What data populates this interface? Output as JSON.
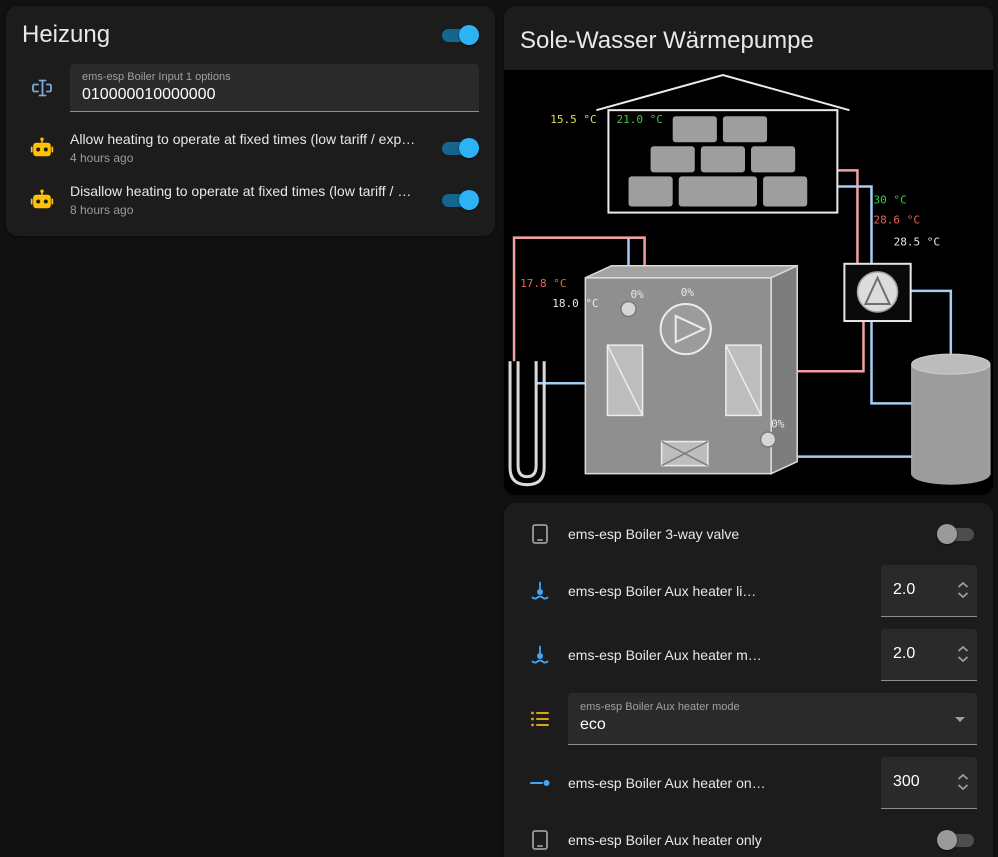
{
  "colors": {
    "accent": "#2db3f5",
    "toggle_track_on": "#15658f",
    "amber": "#ffc107",
    "icon_blue": "#42a5f5",
    "icon_gray": "#9b9b9b",
    "icon_lightblue": "#7fa9d9",
    "icon_amber": "#d9a514",
    "temp_yellow": "#dede52",
    "temp_green": "#41c941",
    "temp_red": "#e8645a",
    "temp_white": "#e8e8e8",
    "pipe_warm": "#efa0a0",
    "pipe_cold": "#a5ccf3"
  },
  "heizung_card": {
    "title": "Heizung",
    "master_toggle_on": true,
    "input": {
      "label": "ems-esp Boiler Input 1 options",
      "value": "010000010000000"
    },
    "automations": [
      {
        "name": "Allow heating to operate at fixed times (low tariff / exp…",
        "last_triggered": "4 hours ago",
        "on": true
      },
      {
        "name": "Disallow heating to operate at fixed times (low tariff / …",
        "last_triggered": "8 hours ago",
        "on": true
      }
    ]
  },
  "heatpump_card": {
    "title": "Sole-Wasser Wärmepumpe",
    "diagram": {
      "outdoor_temp": "15.5 °C",
      "indoor_temp": "21.0 °C",
      "flow_temp": "30 °C",
      "return_temp": "28.6 °C",
      "tank_temp": "28.5 °C",
      "brine_return_temp": "17.8 °C",
      "brine_flow_temp": "18.0 °C",
      "pump_left_pct": "0%",
      "compressor_pct": "0%",
      "pump_right_pct": "0%"
    }
  },
  "boiler_card": {
    "rows": [
      {
        "type": "toggle",
        "name": "ems-esp Boiler 3-way valve",
        "on": false
      },
      {
        "type": "number",
        "name": "ems-esp Boiler Aux heater li…",
        "value": "2.0"
      },
      {
        "type": "number",
        "name": "ems-esp Boiler Aux heater m…",
        "value": "2.0"
      },
      {
        "type": "select",
        "label": "ems-esp Boiler Aux heater mode",
        "value": "eco"
      },
      {
        "type": "number",
        "name": "ems-esp Boiler Aux heater on…",
        "value": "300"
      },
      {
        "type": "toggle",
        "name": "ems-esp Boiler Aux heater only",
        "on": false
      }
    ]
  }
}
